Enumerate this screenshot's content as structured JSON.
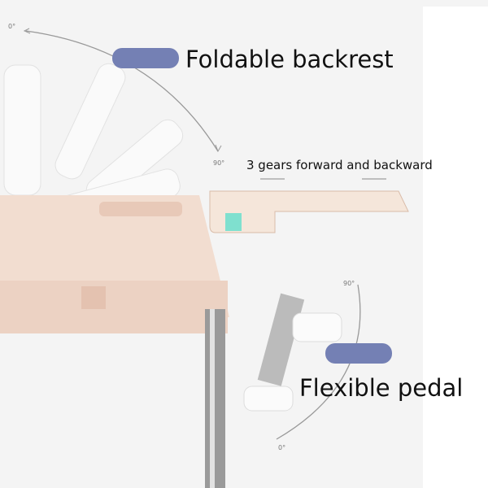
{
  "labels": {
    "backrest": "Foldable backrest",
    "gears": "3 gears forward and backward",
    "pedal": "Flexible pedal"
  },
  "angles": {
    "top_start": "0°",
    "top_end": "90°",
    "pedal_top": "90°",
    "pedal_bottom": "0°"
  },
  "colors": {
    "pill": "#7480b4",
    "seat": "#f2ddd0",
    "tray": "#f5e6da",
    "accent": "#7fe0cf"
  }
}
